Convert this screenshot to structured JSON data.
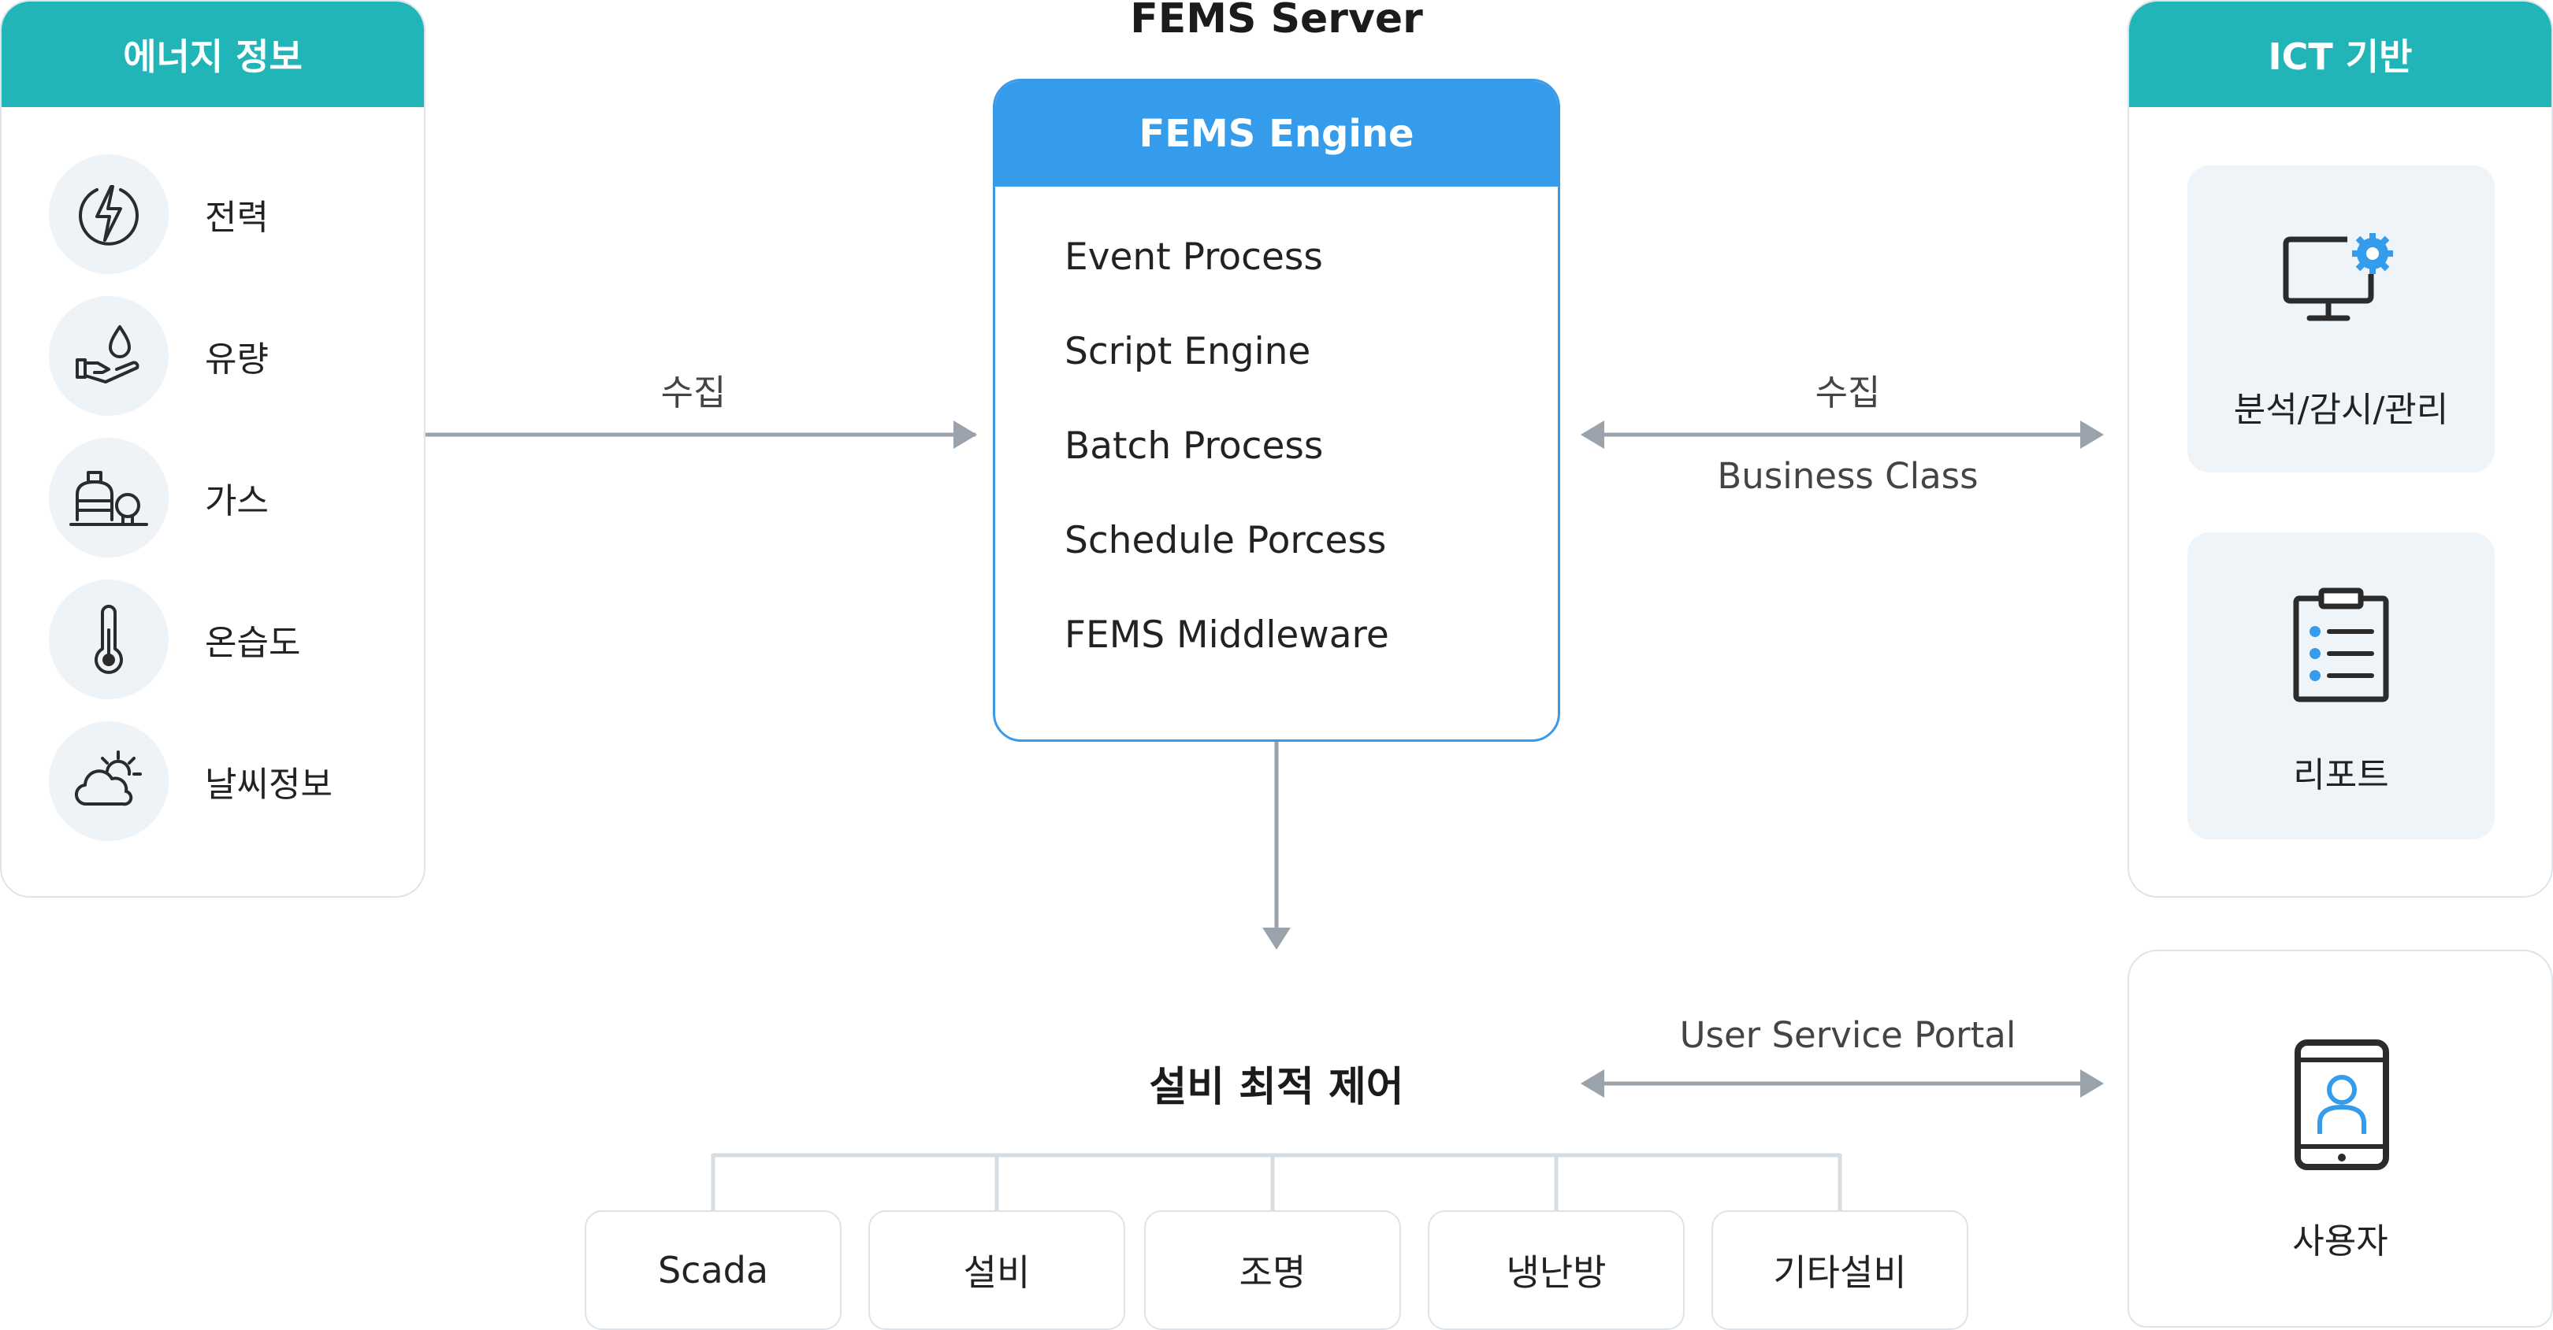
{
  "server_title": "FEMS Server",
  "energy_panel": {
    "title": "에너지 정보",
    "items": [
      {
        "icon": "lightning-icon",
        "label": "전력"
      },
      {
        "icon": "water-hand-icon",
        "label": "유량"
      },
      {
        "icon": "gas-tank-icon",
        "label": "가스"
      },
      {
        "icon": "thermometer-icon",
        "label": "온습도"
      },
      {
        "icon": "weather-icon",
        "label": "날씨정보"
      }
    ]
  },
  "engine": {
    "title": "FEMS Engine",
    "items": [
      "Event Process",
      "Script Engine",
      "Batch Process",
      "Schedule Porcess",
      "FEMS Middleware"
    ]
  },
  "connectors": {
    "left_collect": "수집",
    "right_collect": "수집",
    "business_class": "Business Class",
    "user_service_portal": "User Service Portal"
  },
  "ict_panel": {
    "title": "ICT 기반",
    "cards": [
      {
        "icon": "monitor-gear-icon",
        "label": "분석/감시/관리"
      },
      {
        "icon": "clipboard-icon",
        "label": "리포트"
      }
    ]
  },
  "user_panel": {
    "icon": "tablet-user-icon",
    "label": "사용자"
  },
  "control": {
    "title": "설비 최적 제어",
    "items": [
      "Scada",
      "설비",
      "조명",
      "냉난방",
      "기타설비"
    ]
  },
  "colors": {
    "teal": "#22b5b8",
    "blue": "#349ceb",
    "arrow": "#9aa3ab",
    "icon_dark": "#2b2b2b"
  }
}
